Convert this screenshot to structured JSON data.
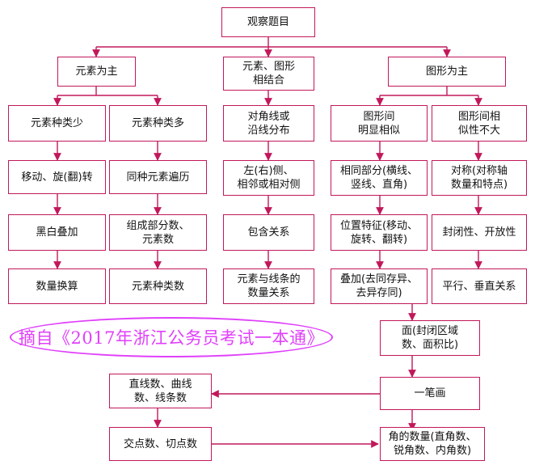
{
  "diagram": {
    "root": "观察题目",
    "level1": {
      "elements_main": "元素为主",
      "elements_shapes": "元素、图形\n相结合",
      "shapes_main": "图形为主"
    },
    "level2": {
      "few_types": "元素种类少",
      "many_types": "元素种类多",
      "diagonal": "对角线或\n沿线分布",
      "similar": "图形间\n明显相似",
      "not_similar": "图形间相\n似性不大"
    },
    "level3": {
      "move_rotate": "移动、旋(翻)转",
      "traverse": "同种元素遍历",
      "left_right": "左(右)侧、\n相邻或相对侧",
      "common_part": "相同部分(横线、\n竖线、直角)",
      "symmetry": "对称(对称轴\n数量和特点)"
    },
    "level4": {
      "bw_overlay": "黑白叠加",
      "part_count": "组成部分数、\n元素数",
      "containment": "包含关系",
      "position": "位置特征(移动、\n旋转、翻转)",
      "closed_open": "封闭性、开放性"
    },
    "level5": {
      "count_convert": "数量换算",
      "type_count": "元素种类数",
      "element_line": "元素与线条的\n数量关系",
      "overlay": "叠加(去同存异、\n去异存同)",
      "parallel": "平行、垂直关系"
    },
    "lower": {
      "face": "面(封闭区域\n数、面积比)",
      "one_stroke": "一笔画",
      "line_count": "直线数、曲线\n数、线条数",
      "intersections": "交点数、切点数",
      "angles": "角的数量(直角数、\n锐角数、内角数)"
    },
    "watermark": "摘自《2017年浙江公务员考试一本通》"
  },
  "colors": {
    "border": "#c2185b",
    "arrow": "#c2185b",
    "watermark": "#e040fb"
  }
}
